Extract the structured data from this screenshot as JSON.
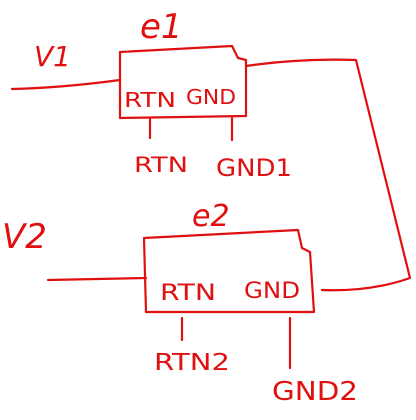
{
  "diagram": {
    "ink_color": "#e01010",
    "background": "#ffffff",
    "blocks": [
      {
        "id": "e1",
        "label": "e1",
        "inner_left": "RTN",
        "inner_right": "GND",
        "input": "V1",
        "pin_left": "RTN",
        "pin_right": "GND1"
      },
      {
        "id": "e2",
        "label": "e2",
        "inner_left": "RTN",
        "inner_right": "GND",
        "input": "V2",
        "pin_left": "RTN2",
        "pin_right": "GND2"
      }
    ]
  }
}
